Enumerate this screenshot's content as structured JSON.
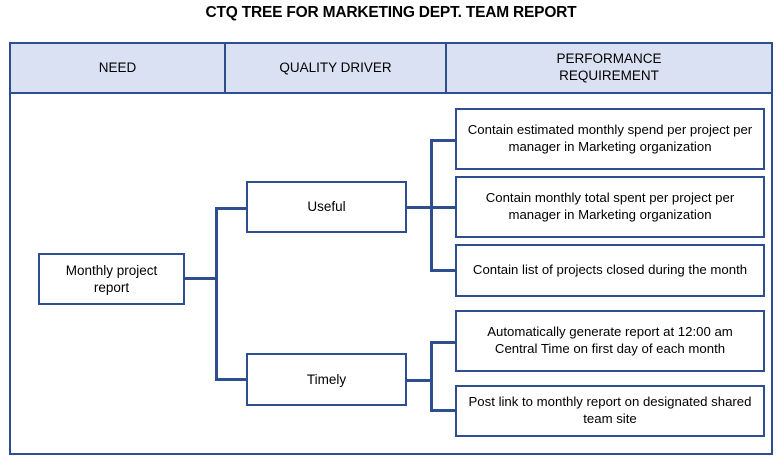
{
  "title": "CTQ TREE FOR MARKETING DEPT. TEAM REPORT",
  "colors": {
    "border": "#2e4f8f",
    "header_fill": "#d9e1f2",
    "box_fill": "#ffffff",
    "text": "#000000"
  },
  "table": {
    "headers": [
      {
        "label": "NEED"
      },
      {
        "label": "QUALITY DRIVER"
      },
      {
        "label": "PERFORMANCE\nREQUIREMENT"
      }
    ]
  },
  "chart_data": {
    "type": "diagram",
    "diagram_type": "ctq-tree",
    "title": "CTQ TREE FOR MARKETING DEPT. TEAM REPORT",
    "columns": [
      "NEED",
      "QUALITY DRIVER",
      "PERFORMANCE REQUIREMENT"
    ],
    "nodes": {
      "need": [
        {
          "id": "need-0",
          "label": "Monthly project report"
        }
      ],
      "quality_drivers": [
        {
          "id": "driver-0",
          "label": "Useful",
          "parent": "need-0"
        },
        {
          "id": "driver-1",
          "label": "Timely",
          "parent": "need-0"
        }
      ],
      "performance_requirements": [
        {
          "id": "req-0",
          "label": "Contain estimated monthly spend per project per manager in Marketing organization",
          "parent": "driver-0"
        },
        {
          "id": "req-1",
          "label": "Contain monthly total spent per project per manager in Marketing organization",
          "parent": "driver-0"
        },
        {
          "id": "req-2",
          "label": "Contain list of projects closed during the month",
          "parent": "driver-0"
        },
        {
          "id": "req-3",
          "label": "Automatically generate report at 12:00 am Central Time on first day of each month",
          "parent": "driver-1"
        },
        {
          "id": "req-4",
          "label": "Post link to monthly report on designated shared team site",
          "parent": "driver-1"
        }
      ]
    },
    "edges": [
      {
        "from": "need-0",
        "to": "driver-0"
      },
      {
        "from": "need-0",
        "to": "driver-1"
      },
      {
        "from": "driver-0",
        "to": "req-0"
      },
      {
        "from": "driver-0",
        "to": "req-1"
      },
      {
        "from": "driver-0",
        "to": "req-2"
      },
      {
        "from": "driver-1",
        "to": "req-3"
      },
      {
        "from": "driver-1",
        "to": "req-4"
      }
    ]
  }
}
